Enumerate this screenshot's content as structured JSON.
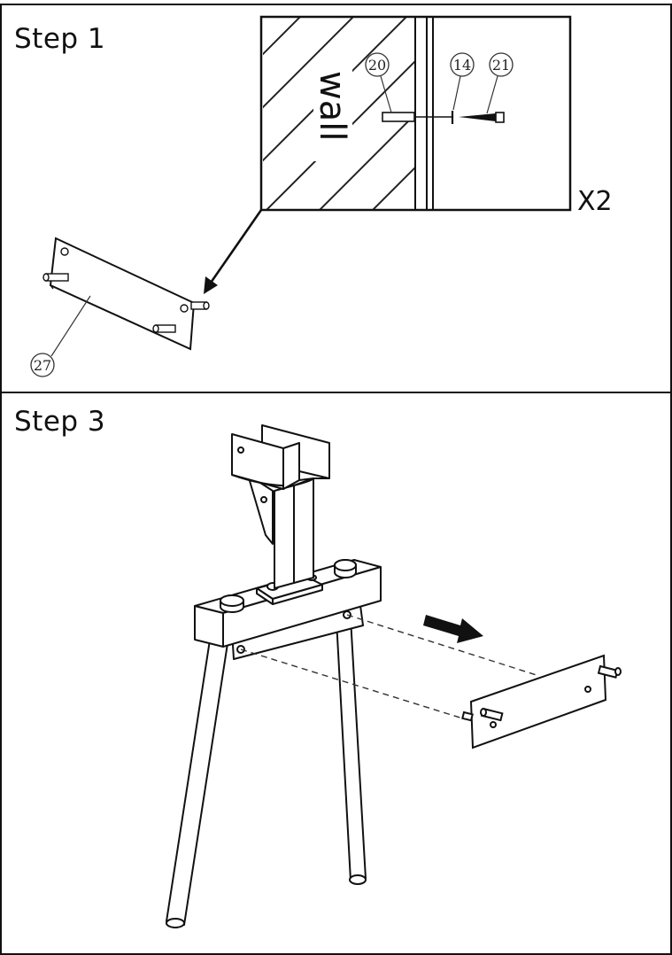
{
  "step1": {
    "title": "Step 1",
    "wall_label": "wall",
    "multiplier": "X2",
    "callouts": {
      "anchor": "20",
      "washer": "14",
      "screw": "21",
      "plate": "27"
    }
  },
  "step3": {
    "title": "Step 3"
  }
}
